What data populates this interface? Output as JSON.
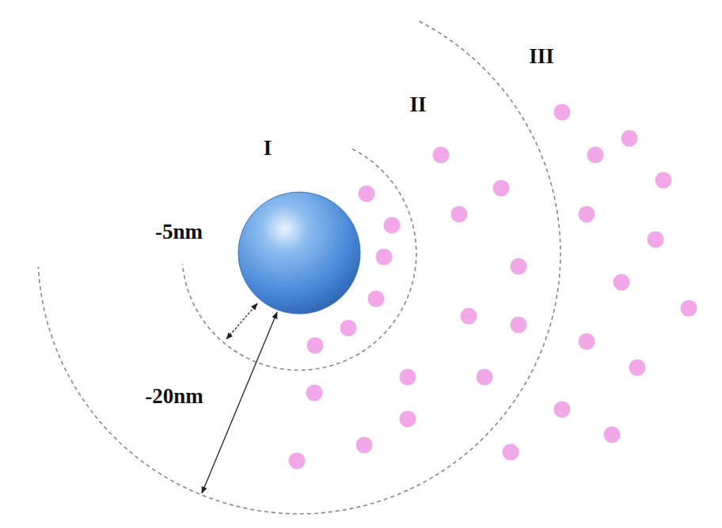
{
  "diagram": {
    "labels": [
      "I",
      "II",
      "III",
      "-5nm",
      "-20nm"
    ]
  }
}
